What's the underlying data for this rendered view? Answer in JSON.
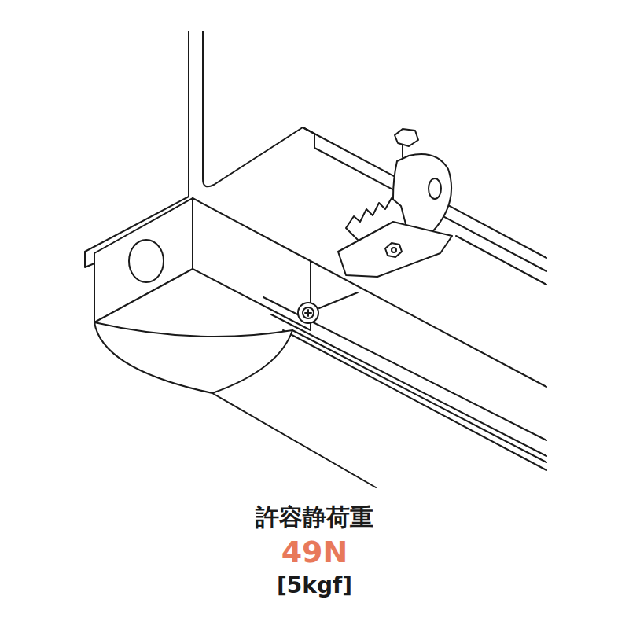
{
  "diagram": {
    "labels": [
      "許容静荷重",
      "49N",
      "[5kgf]"
    ]
  }
}
